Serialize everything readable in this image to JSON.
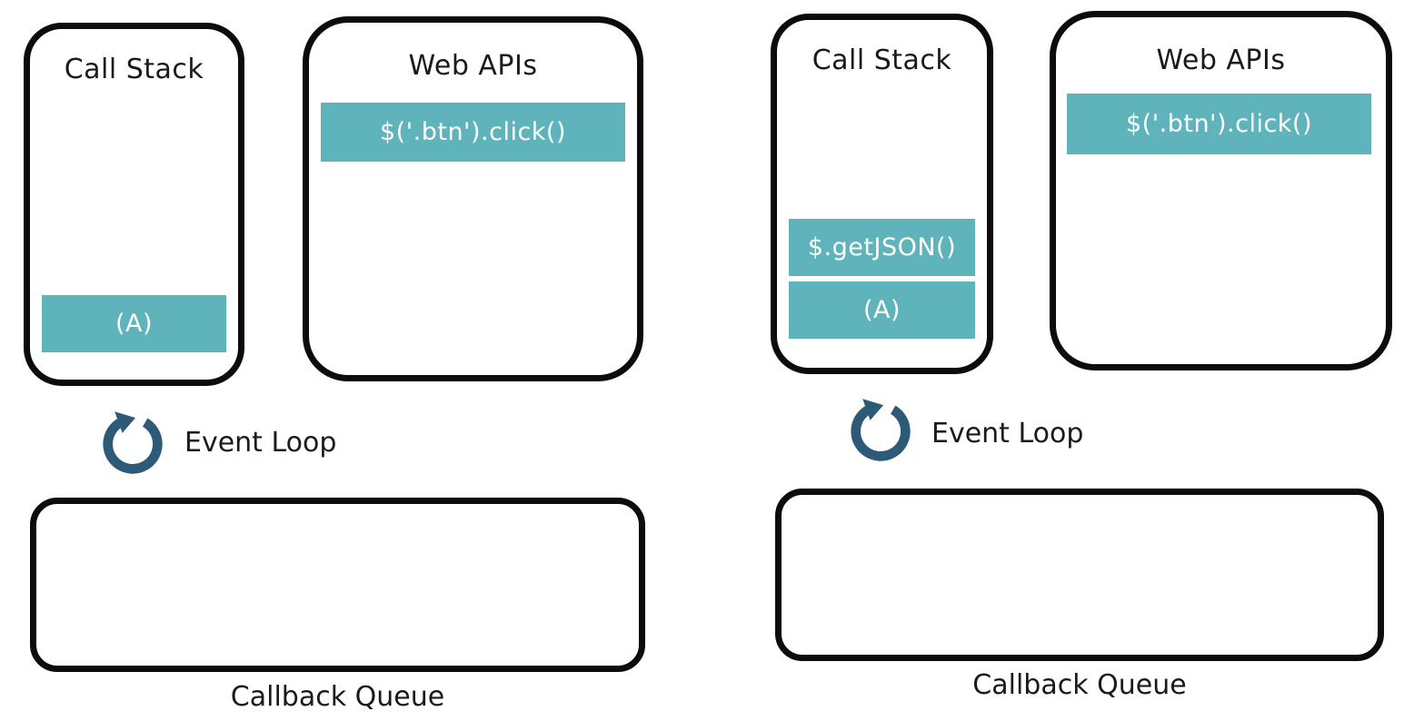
{
  "colors": {
    "block_teal": "#5fb4bc",
    "loop_arrow_blue": "#2d5a77",
    "outline_black": "#0c0c0c"
  },
  "step1": {
    "call_stack": {
      "title": "Call Stack",
      "frames": [
        "(A)"
      ]
    },
    "web_apis": {
      "title": "Web APIs",
      "tasks": [
        "$('.btn').click()"
      ]
    },
    "event_loop_label": "Event Loop",
    "callback_queue_label": "Callback Queue"
  },
  "step2": {
    "call_stack": {
      "title": "Call Stack",
      "frames": [
        "$.getJSON()",
        "(A)"
      ]
    },
    "web_apis": {
      "title": "Web APIs",
      "tasks": [
        "$('.btn').click()"
      ]
    },
    "event_loop_label": "Event Loop",
    "callback_queue_label": "Callback Queue"
  }
}
